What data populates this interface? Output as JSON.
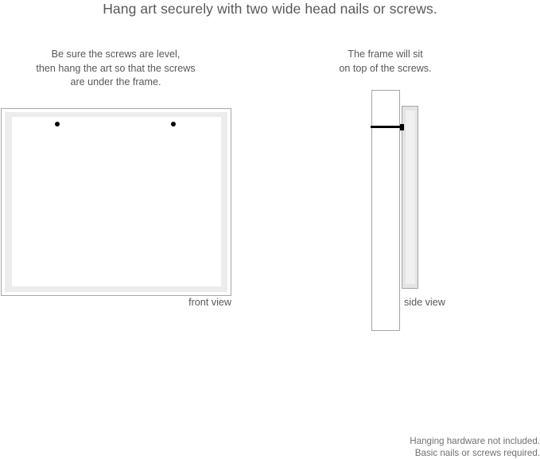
{
  "headline": "Hang art securely with two wide head nails or screws.",
  "captions": {
    "left": {
      "line1": "Be sure the screws are level,",
      "line2": "then hang the art so that the screws",
      "line3": "are under the frame."
    },
    "right": {
      "line1": "The frame will sit",
      "line2": "on top of the screws."
    }
  },
  "labels": {
    "front_view": "front view",
    "side_view": "side view"
  },
  "footer": {
    "line1": "Hanging hardware not included.",
    "line2": "Basic nails or screws required."
  },
  "diagram": {
    "front_view": {
      "screw_count": 2,
      "screw_color": "#000000",
      "frame_border_color": "#a6a6a6",
      "mat_color": "#ececec",
      "art_color": "#ffffff"
    },
    "side_view": {
      "wall_color": "#ffffff",
      "frame_color": "#e4e4e4",
      "frame_inner_color": "#f0f0f0",
      "nail_color": "#000000"
    }
  },
  "colors": {
    "background": "#ffffff",
    "text": "#58585a",
    "footer_text": "#6f7072"
  }
}
